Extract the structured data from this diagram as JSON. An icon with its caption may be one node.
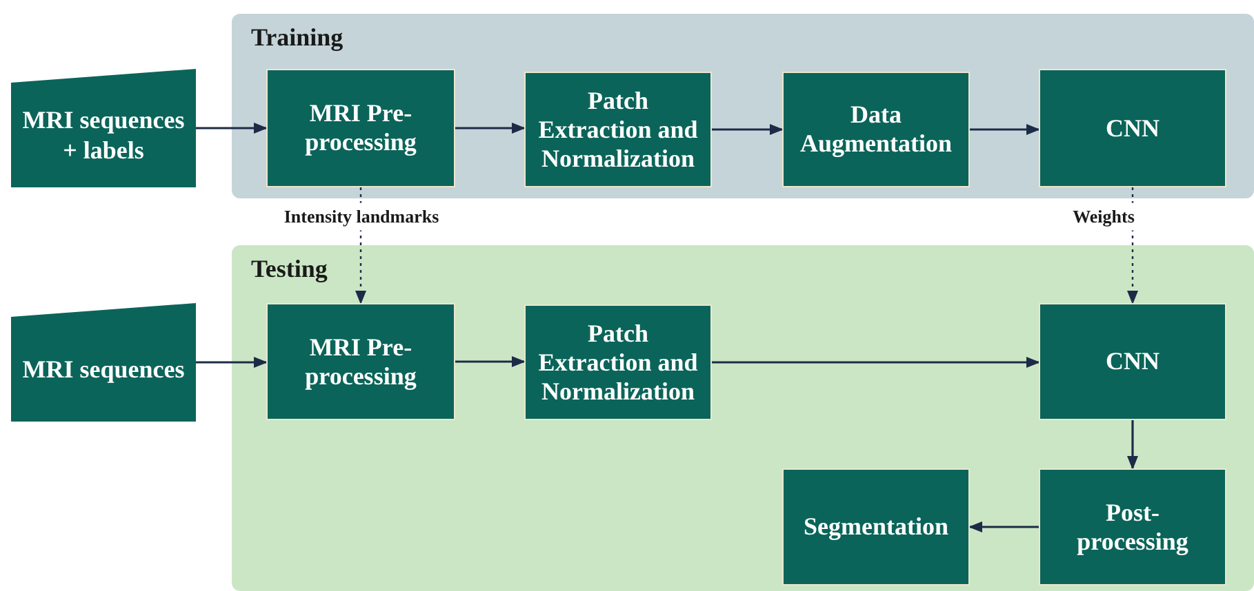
{
  "diagram": {
    "nodes": [
      {
        "text": [
          "Training"
        ]
      },
      {
        "text": [
          "MRI sequences + labels"
        ]
      },
      {
        "text": [
          "MRI Pre-processing"
        ],
        "in": 0
      },
      {
        "text": [
          "Patch Extraction and Normalization"
        ],
        "in": 0
      },
      {
        "text": [
          "Data Augmentation"
        ],
        "in": 0
      },
      {
        "text": [
          "CNN"
        ],
        "in": 0
      },
      {
        "text": [
          "Testing"
        ]
      },
      {
        "text": [
          "MRI sequences"
        ]
      },
      {
        "text": [
          "MRI Pre-processing"
        ],
        "in": 6
      },
      {
        "text": [
          "Patch Extraction and Normalization"
        ],
        "in": 6
      },
      {
        "text": [
          "CNN"
        ],
        "in": 6
      },
      {
        "text": [
          "Post-processing"
        ],
        "in": 6
      },
      {
        "text": [
          "Segmentation"
        ],
        "in": 6
      }
    ],
    "edges": [
      {
        "from": 1,
        "to": 2,
        "arrow": "to"
      },
      {
        "from": 2,
        "to": 3,
        "arrow": "to"
      },
      {
        "from": 3,
        "to": 4,
        "arrow": "to"
      },
      {
        "from": 4,
        "to": 5,
        "arrow": "to"
      },
      {
        "from": 7,
        "to": 8,
        "arrow": "to"
      },
      {
        "from": 8,
        "to": 9,
        "arrow": "to"
      },
      {
        "from": 9,
        "to": 10,
        "arrow": "to"
      },
      {
        "from": 10,
        "to": 11,
        "arrow": "to"
      },
      {
        "from": 11,
        "to": 12,
        "arrow": "to"
      },
      {
        "from": 2,
        "to": 8,
        "arrow": "to",
        "label": "Intensity landmarks",
        "style": "dashed"
      },
      {
        "from": 5,
        "to": 10,
        "arrow": "to",
        "label": "Weights",
        "style": "dashed"
      }
    ]
  }
}
